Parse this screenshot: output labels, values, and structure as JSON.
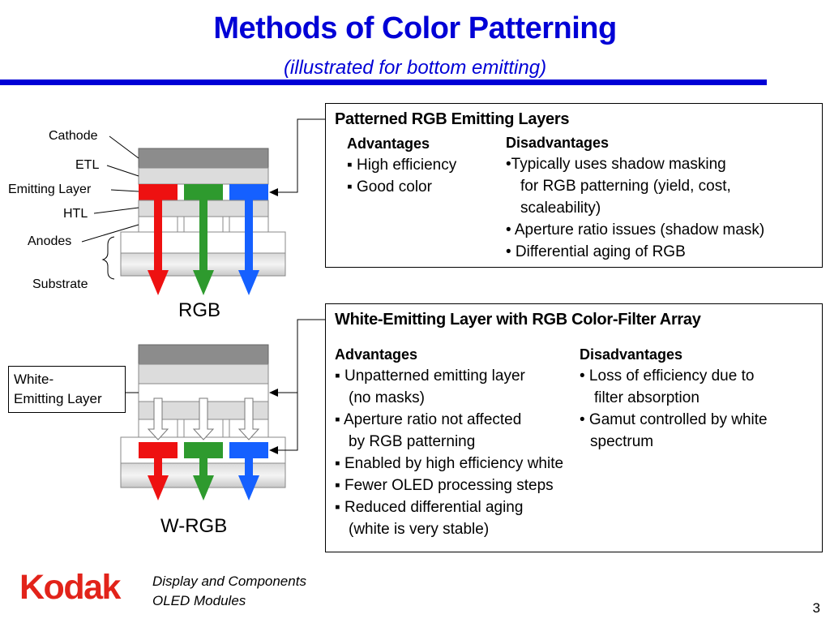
{
  "title": "Methods of Color Patterning",
  "subtitle": "(illustrated for bottom emitting)",
  "labels": {
    "cathode": "Cathode",
    "etl": "ETL",
    "emitting_layer": "Emitting Layer",
    "htl": "HTL",
    "anodes": "Anodes",
    "substrate": "Substrate",
    "rgb_caption": "RGB",
    "white_emitting_line1": "White-",
    "white_emitting_line2": "Emitting Layer",
    "wrgb_caption": "W-RGB"
  },
  "box1": {
    "title": "Patterned RGB Emitting Layers",
    "adv_heading": "Advantages",
    "advantages": [
      "▪ High efficiency",
      "▪ Good color"
    ],
    "dis_heading": "Disadvantages",
    "disadvantages": [
      "•Typically uses shadow masking",
      "for RGB patterning (yield, cost,",
      "scaleability)",
      "• Aperture ratio issues (shadow mask)",
      "• Differential aging of RGB"
    ]
  },
  "box2": {
    "title": "White-Emitting Layer with RGB Color-Filter Array",
    "adv_heading": "Advantages",
    "advantages": [
      "▪ Unpatterned emitting layer",
      "(no masks)",
      "▪ Aperture ratio not affected",
      "by RGB patterning",
      "▪ Enabled by high efficiency white",
      "▪ Fewer OLED processing steps",
      "▪ Reduced differential aging",
      "(white is very stable)"
    ],
    "dis_heading": "Disadvantages",
    "disadvantages": [
      "• Loss of efficiency due to",
      "filter absorption",
      "• Gamut controlled by white",
      "spectrum"
    ]
  },
  "footer": {
    "logo": "Kodak",
    "line1": "Display and Components",
    "line2": "OLED Modules",
    "page": "3"
  },
  "colors": {
    "title_blue": "#0000d6",
    "red": "#ee1111",
    "green": "#2e9a2e",
    "blue": "#1560ff",
    "kodak_red": "#e2231a"
  }
}
